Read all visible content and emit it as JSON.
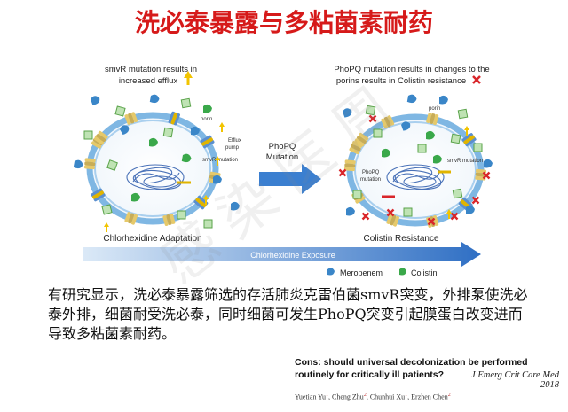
{
  "title": "洗必泰暴露与多粘菌素耐药",
  "left_panel": {
    "heading_line1": "smvR mutation results in",
    "heading_line2": "increased efflux",
    "label_porin": "porin",
    "label_efflux_1": "Efflux",
    "label_efflux_2": "pump",
    "label_mutation": "smvR mutation",
    "caption": "Chlorhexidine Adaptation"
  },
  "middle_arrow": {
    "line1": "PhoPQ",
    "line2": "Mutation"
  },
  "right_panel": {
    "heading_line1": "PhoPQ mutation results in changes to the",
    "heading_line2": "porins results in Colistin resistance",
    "label_porin": "porin",
    "label_smvr": "smvR mutation",
    "label_phopq_1": "PhoPQ",
    "label_phopq_2": "mutation",
    "caption": "Colistin Resistance"
  },
  "exposure_bar": {
    "label": "Chlorhexidine Exposure"
  },
  "legend": [
    {
      "label": "Meropenem",
      "color": "#3a86c8"
    },
    {
      "label": "Colistin",
      "color": "#3aa84a"
    }
  ],
  "paragraph": {
    "line1": "有研究显示，洗必泰暴露筛选的存活肺炎克雷伯菌smvR突变，外排泵使洗必",
    "line2": "泰外排，细菌耐受洗必泰，同时细菌可发生PhoPQ突变引起膜蛋白改变进而",
    "line3": "导致多粘菌素耐药。"
  },
  "citation": {
    "title": "Cons: should universal decolonization be performed routinely for critically ill patients?",
    "journal": "J Emerg Crit Care Med 2018",
    "authors": [
      {
        "name": "Yuetian Yu",
        "sup": "1"
      },
      {
        "name": "Cheng Zhu",
        "sup": "2"
      },
      {
        "name": "Chunhui Xu",
        "sup": "1"
      },
      {
        "name": "Erzhen Chen",
        "sup": "2"
      }
    ]
  },
  "watermark": "感染医周",
  "colors": {
    "title": "#d61a1a",
    "membrane": "#7fb7e3",
    "arrow": "#3b7fd0",
    "meropenem": "#3a86c8",
    "colistin": "#3aa84a",
    "efflux_up": "#f2c400",
    "resistance_x": "#d9252a"
  },
  "icons": {
    "efflux_up": "yellow-up-arrow-icon",
    "resistance_x": "red-x-icon"
  }
}
